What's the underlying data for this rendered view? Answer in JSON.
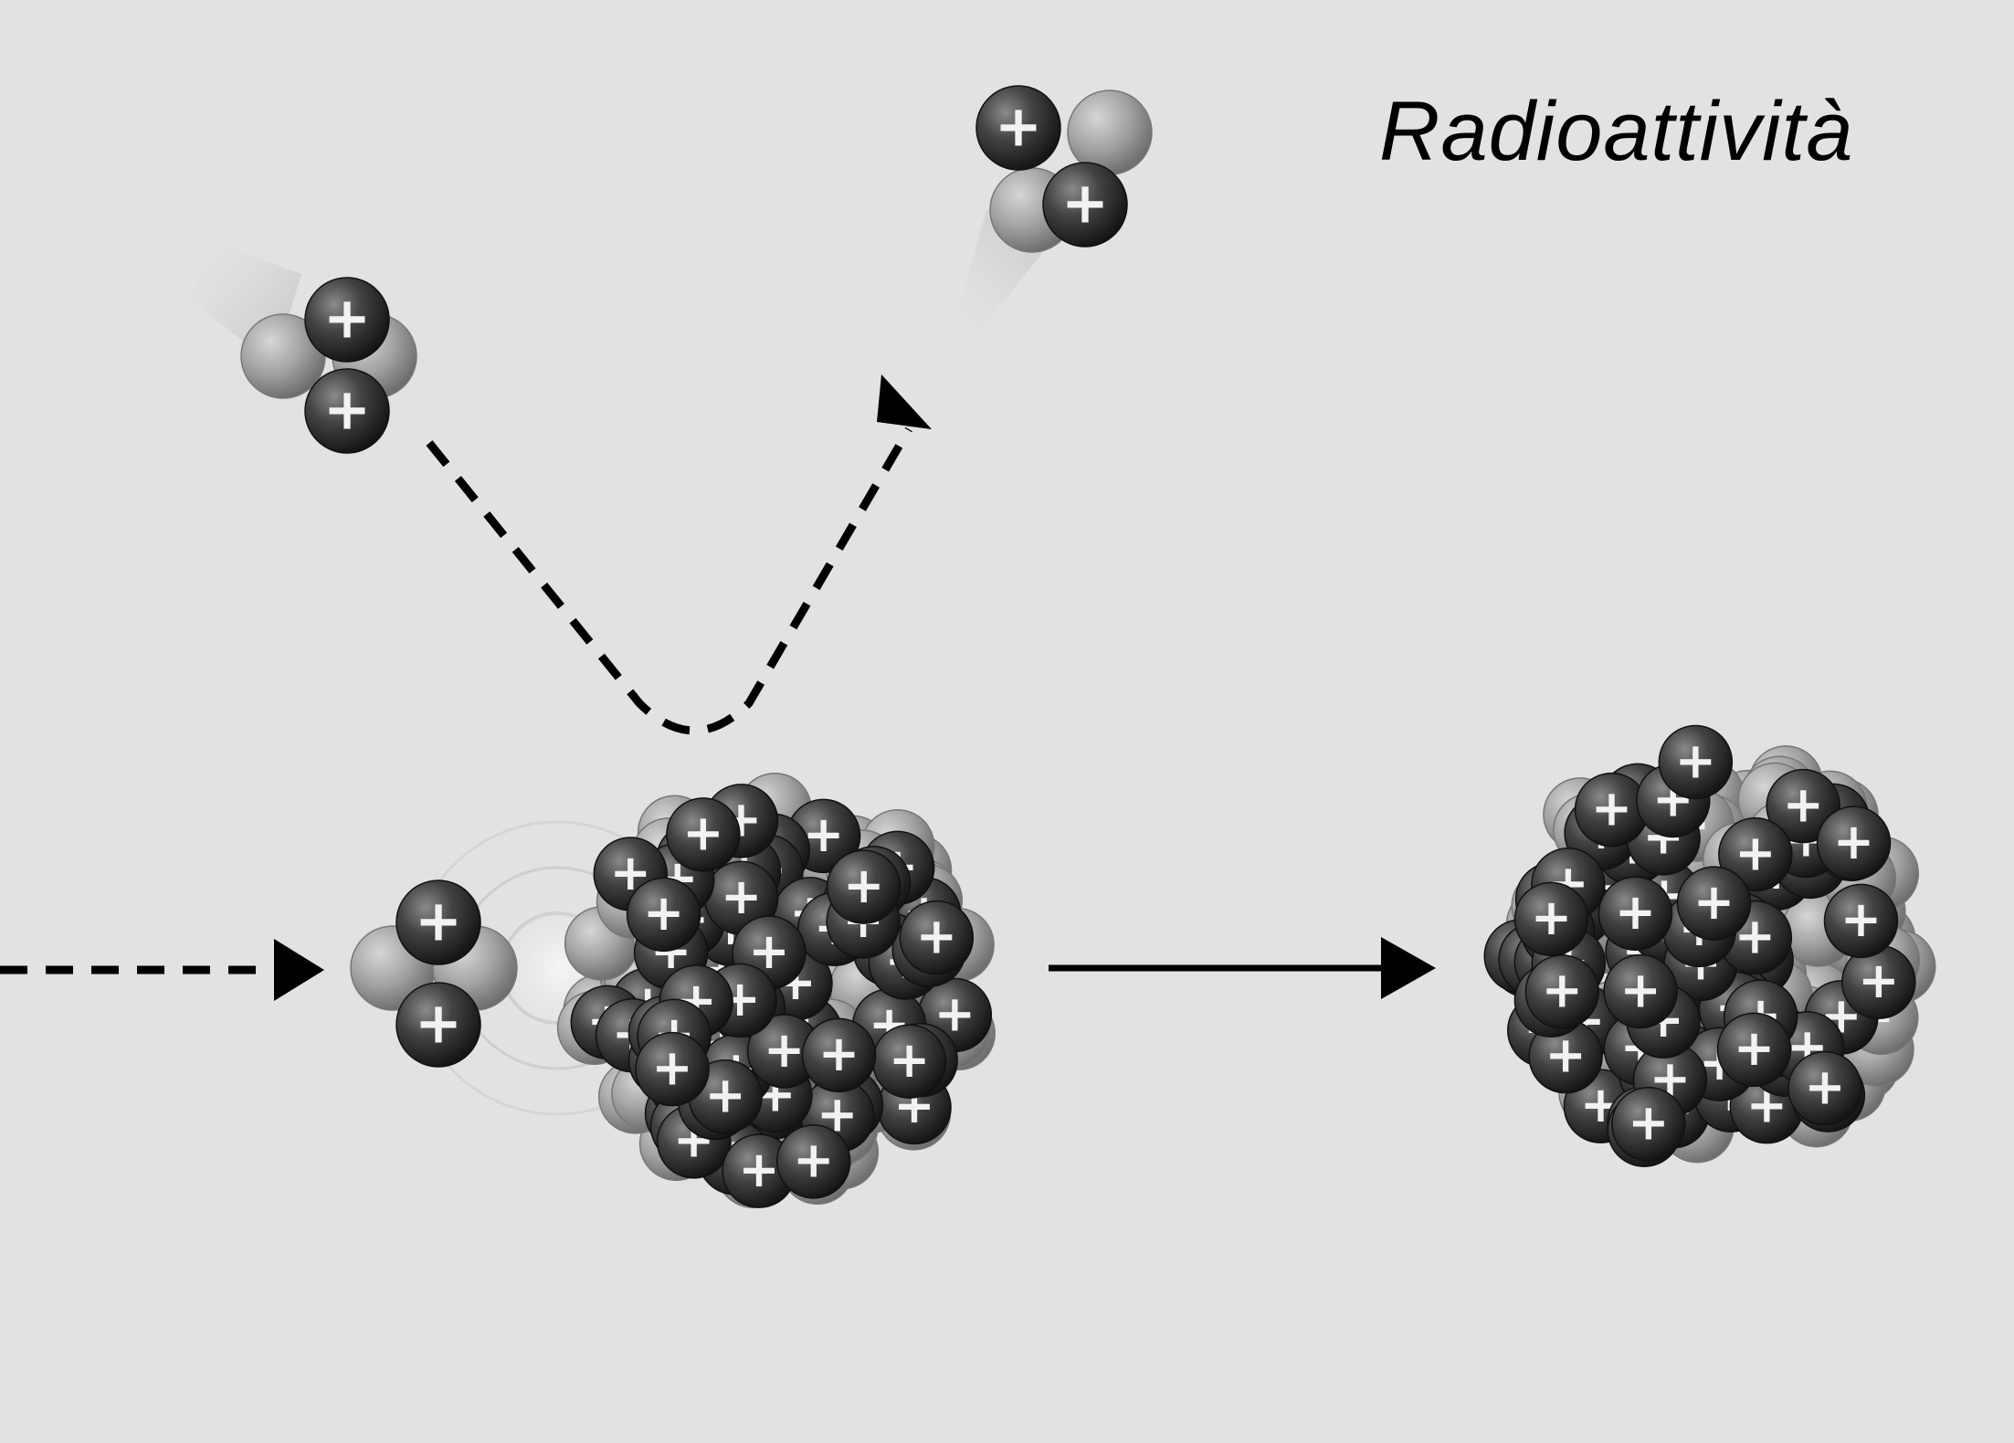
{
  "title": "Radioattività",
  "particle_symbols": {
    "proton": "+",
    "electron": "-"
  },
  "colors": {
    "background": "#e2e2e2",
    "proton": "#3c3c3c",
    "neutron": "#9a9a9a",
    "arrow": "#000000"
  },
  "particles": [
    {
      "id": "alpha-incoming",
      "kind": "alpha-particle"
    },
    {
      "id": "alpha-scattered-left",
      "kind": "alpha-particle"
    },
    {
      "id": "alpha-scattered-right",
      "kind": "alpha-particle"
    },
    {
      "id": "target-nucleus",
      "kind": "nucleus"
    },
    {
      "id": "product-nucleus",
      "kind": "nucleus"
    }
  ]
}
